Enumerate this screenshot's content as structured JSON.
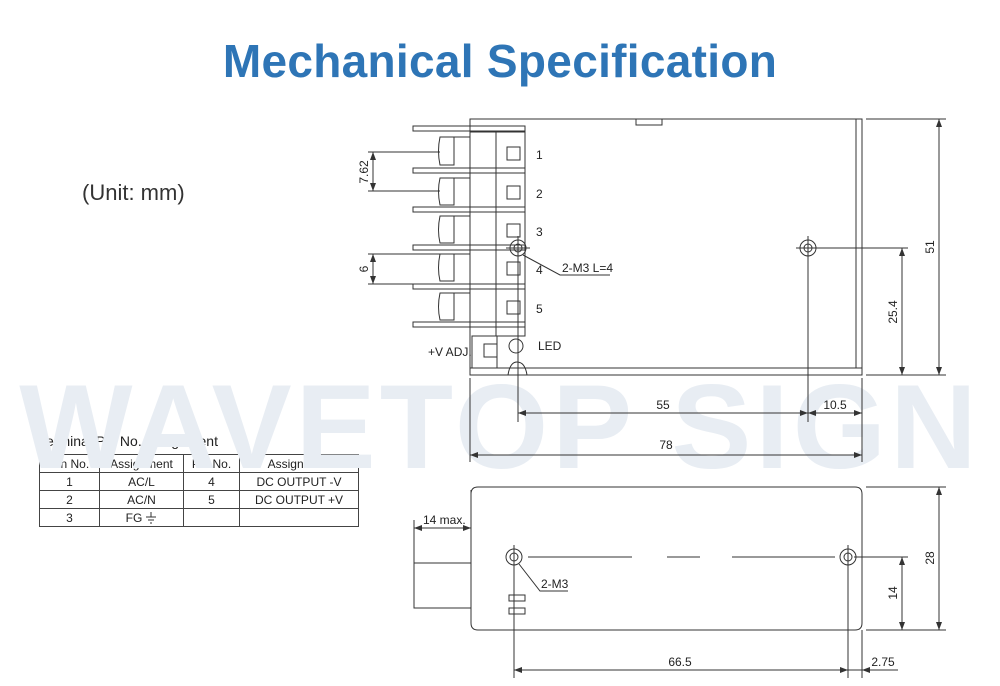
{
  "title": "Mechanical Specification",
  "unit_label": "(Unit: mm)",
  "terminal_table": {
    "caption": "Terminal Pin No.  Assignment",
    "headers": [
      "Pin No.",
      "Assignment",
      "Pin No.",
      "Assignment"
    ],
    "rows": [
      [
        "1",
        "AC/L",
        "4",
        "DC OUTPUT -V"
      ],
      [
        "2",
        "AC/N",
        "5",
        "DC OUTPUT +V"
      ],
      [
        "3",
        "FG",
        "",
        ""
      ]
    ],
    "ground_icon": "earth-ground-icon"
  },
  "top_view": {
    "pin_numbers": [
      "1",
      "2",
      "3",
      "4",
      "5"
    ],
    "pitch_label": "7.62",
    "terminal_depth_label": "6",
    "mount_hole_label": "2-M3 L=4",
    "led_label": "LED",
    "vadj_label": "+V ADJ.",
    "dimensions": {
      "height": "51",
      "hole_height": "25.4",
      "hole_spacing": "55",
      "hole_edge": "10.5",
      "length": "78"
    }
  },
  "side_view": {
    "terminal_protrusion_label": "14 max.",
    "mount_hole_label": "2-M3",
    "dimensions": {
      "height": "28",
      "hole_height": "14",
      "hole_spacing": "66.5",
      "hole_edge": "2.75"
    }
  },
  "watermark": "WAVETOP SIGN",
  "colors": {
    "title": "#2e75b6",
    "line": "#333333",
    "watermark": "#e8edf3"
  }
}
